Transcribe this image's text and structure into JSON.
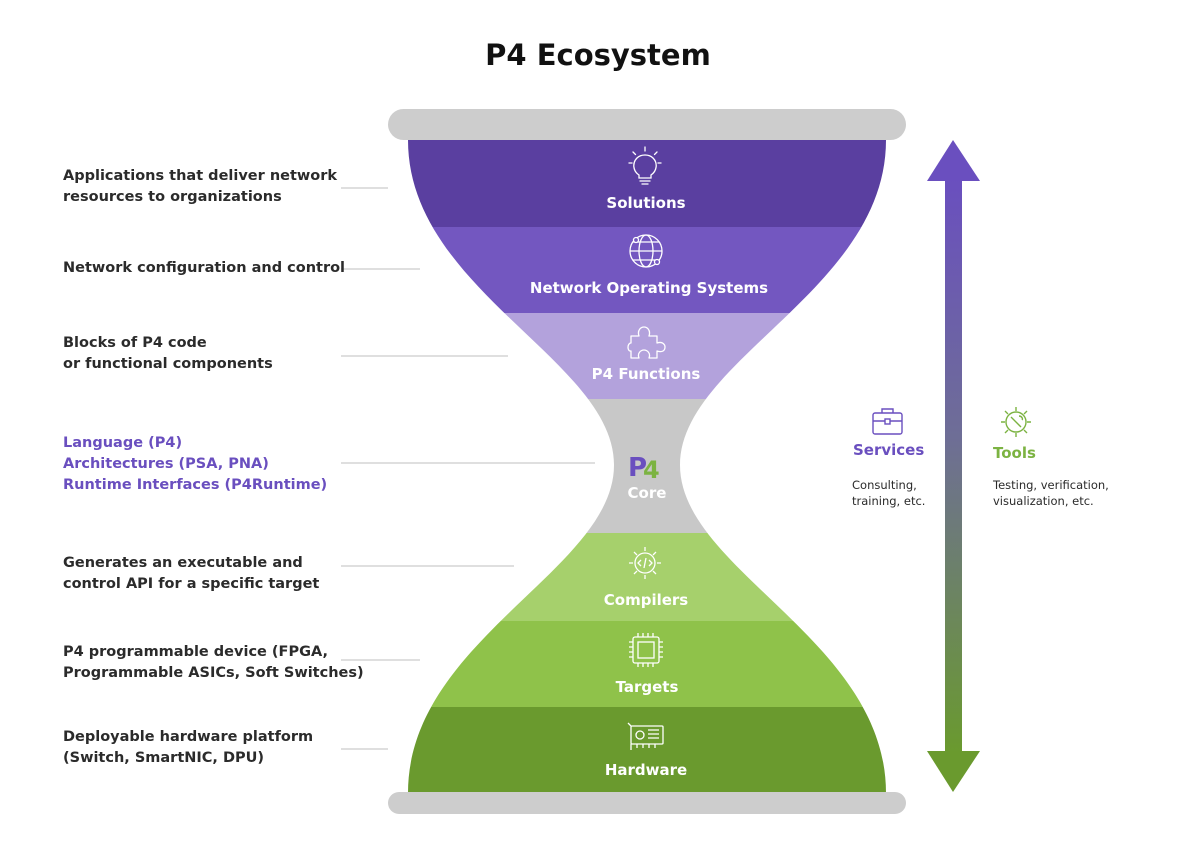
{
  "title": "P4 Ecosystem",
  "layers": [
    {
      "id": "solutions",
      "label": "Solutions",
      "icon": "lightbulb-icon",
      "color": "#5a3fa0",
      "description": [
        "Applications that deliver network",
        "resources to organizations"
      ]
    },
    {
      "id": "network-operating-systems",
      "label": "Network Operating Systems",
      "icon": "globe-network-icon",
      "color": "#7357c0",
      "description": [
        "Network configuration and control"
      ]
    },
    {
      "id": "p4-functions",
      "label": "P4 Functions",
      "icon": "puzzle-piece-icon",
      "color": "#b3a2dc",
      "description": [
        "Blocks of P4 code",
        "or functional components"
      ]
    },
    {
      "id": "core",
      "label": "Core",
      "icon": "p4-logo-icon",
      "color": "#c8c8c8",
      "description": [
        "Language (P4)",
        "Architectures (PSA, PNA)",
        "Runtime Interfaces (P4Runtime)"
      ]
    },
    {
      "id": "compilers",
      "label": "Compilers",
      "icon": "gear-code-icon",
      "color": "#a6d06c",
      "description": [
        "Generates an executable and",
        "control API for a specific target"
      ]
    },
    {
      "id": "targets",
      "label": "Targets",
      "icon": "chip-icon",
      "color": "#8fc24a",
      "description": [
        "P4 programmable  device (FPGA,",
        "Programmable ASICs, Soft Switches)"
      ]
    },
    {
      "id": "hardware",
      "label": "Hardware",
      "icon": "network-card-icon",
      "color": "#6a9a2e",
      "description": [
        "Deployable hardware platform",
        "(Switch, SmartNIC, DPU)"
      ]
    }
  ],
  "core_logo_text": "P4",
  "services": {
    "title": "Services",
    "subtitle": [
      "Consulting,",
      "training, etc."
    ],
    "icon": "briefcase-icon",
    "color": "#6a4fbf"
  },
  "tools": {
    "title": "Tools",
    "subtitle": [
      "Testing, verification,",
      "visualization, etc."
    ],
    "icon": "gear-wrench-icon",
    "color": "#7cb342"
  },
  "colors": {
    "cap": "#cdcdcd",
    "connector": "#bfbfbf",
    "arrow_top": "#6a4fbf",
    "arrow_bottom": "#6a9a2e",
    "text_dark": "#2b2b2b",
    "text_purple": "#6a4fbf"
  }
}
